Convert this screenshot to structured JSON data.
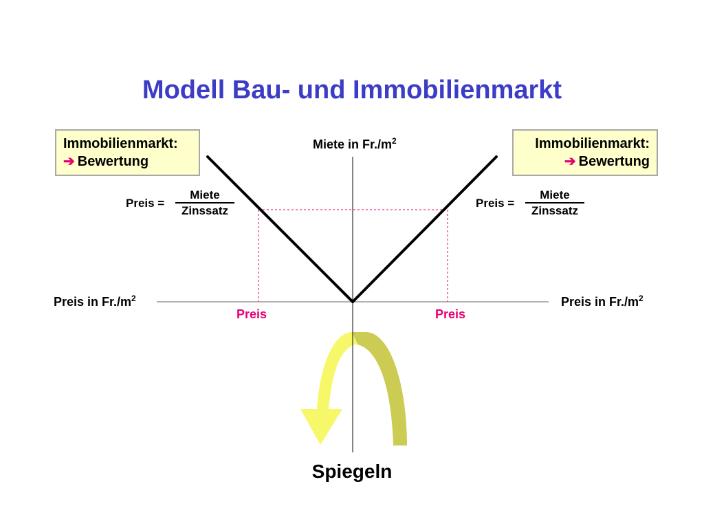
{
  "title": "Modell Bau- und Immobilienmarkt",
  "box_left": {
    "line1": "Immobilienmarkt:",
    "arrow": "➔",
    "line2": "Bewertung"
  },
  "box_right": {
    "line1": "Immobilienmarkt:",
    "arrow": "➔",
    "line2": "Bewertung"
  },
  "axes": {
    "y_label": "Miete in Fr./m",
    "y_label_sup": "2",
    "x_left_label": "Preis in Fr./m",
    "x_left_sup": "2",
    "x_right_label": "Preis in Fr./m",
    "x_right_sup": "2"
  },
  "formula_left": {
    "lhs": "Preis =",
    "numerator": "Miete",
    "denominator": "Zinssatz"
  },
  "formula_right": {
    "lhs": "Preis =",
    "numerator": "Miete",
    "denominator": "Zinssatz"
  },
  "preis_marks": {
    "left": "Preis",
    "right": "Preis"
  },
  "caption": "Spiegeln",
  "colors": {
    "title": "#3c3cc6",
    "box_fill": "#ffffcc",
    "accent_pink": "#e60073",
    "arrow_front": "#f7f76a",
    "arrow_back": "#cccc55"
  }
}
